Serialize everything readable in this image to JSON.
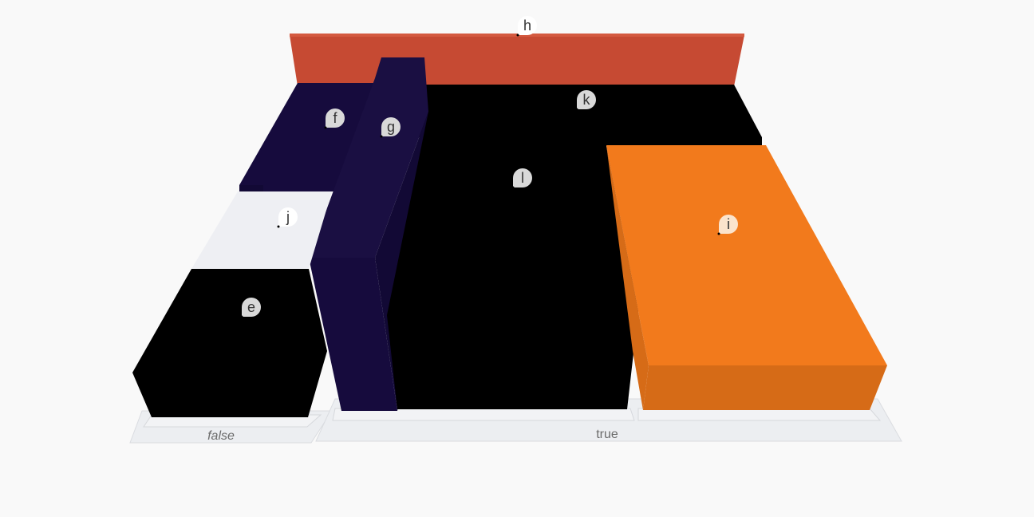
{
  "chart_data": {
    "type": "treemap-3d",
    "groups": [
      {
        "label": "false",
        "italic": true
      },
      {
        "label": "true",
        "italic": false
      }
    ],
    "blocks": [
      {
        "id": "e",
        "group": "false",
        "color": "#000000"
      },
      {
        "id": "j",
        "group": "false",
        "color": "#eeeff3"
      },
      {
        "id": "f",
        "group": "true",
        "color": "#160b3d"
      },
      {
        "id": "g",
        "group": "true",
        "color": "#160b3d"
      },
      {
        "id": "h",
        "group": "true",
        "color": "#c64a33"
      },
      {
        "id": "k",
        "group": "true",
        "color": "#000000"
      },
      {
        "id": "l",
        "group": "true",
        "color": "#000000"
      },
      {
        "id": "i",
        "group": "true",
        "color": "#f27a1c"
      }
    ]
  }
}
